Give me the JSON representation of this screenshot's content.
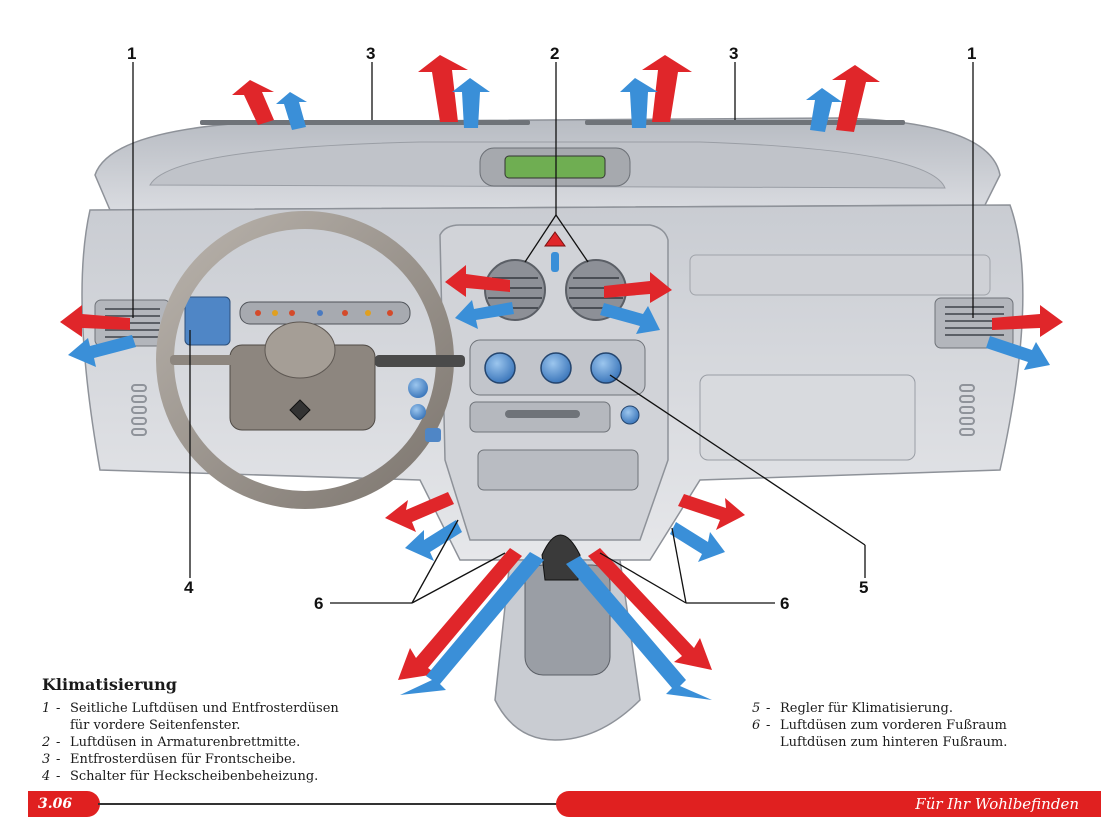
{
  "callouts": {
    "n1_left": "1",
    "n3_left": "3",
    "n2": "2",
    "n3_right": "3",
    "n1_right": "1",
    "n4": "4",
    "n5": "5",
    "n6_left": "6",
    "n6_right": "6"
  },
  "legend": {
    "title": "Klimatisierung",
    "items": [
      {
        "num": "1",
        "text": "Seitliche Luftdüsen und Entfrosterdüsen",
        "cont": "für vordere Seitenfenster."
      },
      {
        "num": "2",
        "text": "Luftdüsen in Armaturenbrettmitte."
      },
      {
        "num": "3",
        "text": "Entfrosterdüsen für Frontscheibe."
      },
      {
        "num": "4",
        "text": "Schalter für Heckscheibenbeheizung."
      },
      {
        "num": "5",
        "text": "Regler für Klimatisierung."
      },
      {
        "num": "6",
        "text": "Luftdüsen zum vorderen Fußraum",
        "cont": "Luftdüsen zum hinteren Fußraum."
      }
    ]
  },
  "footer": {
    "page_number": "3.06",
    "section_title": "Für Ihr Wohlbefinden"
  },
  "colors": {
    "warm_air": "#e0262a",
    "cold_air": "#3a8fd8",
    "dashboard": "#d3d5da",
    "accent_red": "#e02020"
  }
}
